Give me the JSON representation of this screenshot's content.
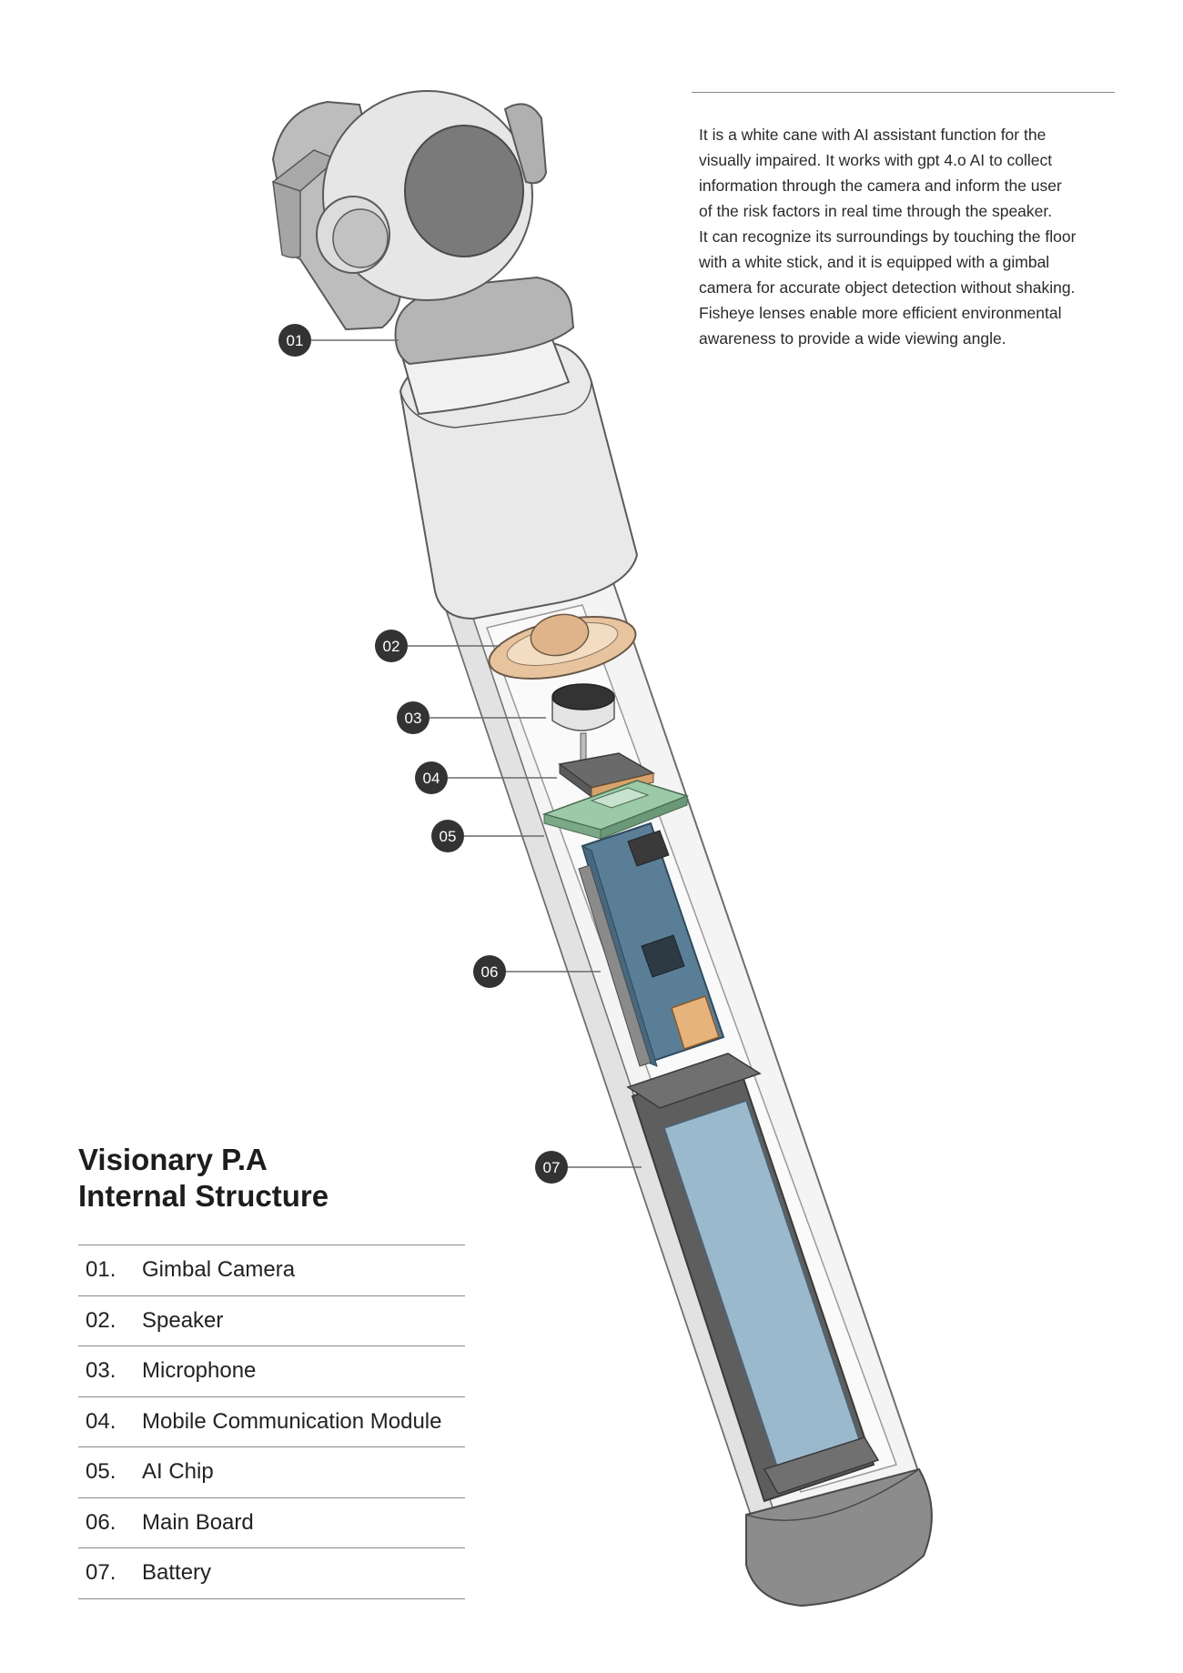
{
  "description": "It is a white cane with AI assistant function for the\nvisually impaired. It works with gpt 4.o AI to collect\ninformation through the camera and inform the user\nof the risk factors in real time through the speaker.\nIt can recognize its surroundings by touching the floor\nwith a white stick, and it is equipped with a gimbal\ncamera for accurate object detection without shaking.\nFisheye lenses enable more efficient environmental\nawareness to provide a wide viewing angle.",
  "title_line1": "Visionary P.A",
  "title_line2": "Internal Structure",
  "parts": [
    {
      "num": "01.",
      "label": "Gimbal Camera"
    },
    {
      "num": "02.",
      "label": "Speaker"
    },
    {
      "num": "03.",
      "label": "Microphone"
    },
    {
      "num": "04.",
      "label": "Mobile Communication Module"
    },
    {
      "num": "05.",
      "label": "AI Chip"
    },
    {
      "num": "06.",
      "label": "Main Board"
    },
    {
      "num": "07.",
      "label": "Battery"
    }
  ],
  "callouts": [
    "01",
    "02",
    "03",
    "04",
    "05",
    "06",
    "07"
  ],
  "colors": {
    "callout_fill": "#333333",
    "rule": "#8a8a8a",
    "camera_gray": "#b9b9b9",
    "lens_dark": "#7a7a7a",
    "handle_light": "#e9e9e9",
    "battery_blue": "#9bb9cc",
    "board_blue": "#5b7e97",
    "chip_green": "#9ccaa8",
    "speaker_tan": "#e8c49e",
    "cap_gray": "#8c8c8c"
  }
}
